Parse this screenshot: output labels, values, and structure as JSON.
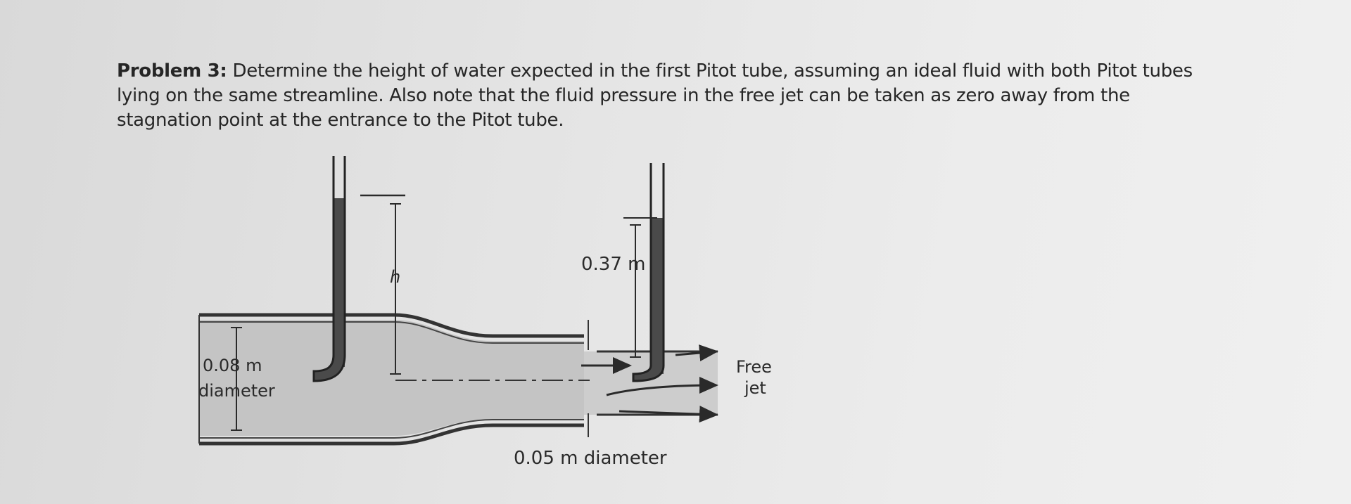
{
  "problem": {
    "label": "Problem 3:",
    "text": " Determine the height of water expected in the first Pitot tube, assuming an ideal fluid with both Pitot tubes lying on the same streamline. Also note that the fluid pressure in the free jet can be taken as zero away from the stagnation point at the entrance to the Pitot tube."
  },
  "figure": {
    "label_h": "h",
    "label_037": "0.37 m",
    "label_008_line1": "0.08 m",
    "label_008_line2": "diameter",
    "label_005": "0.05 m diameter",
    "label_free": "Free",
    "label_jet": "jet"
  }
}
